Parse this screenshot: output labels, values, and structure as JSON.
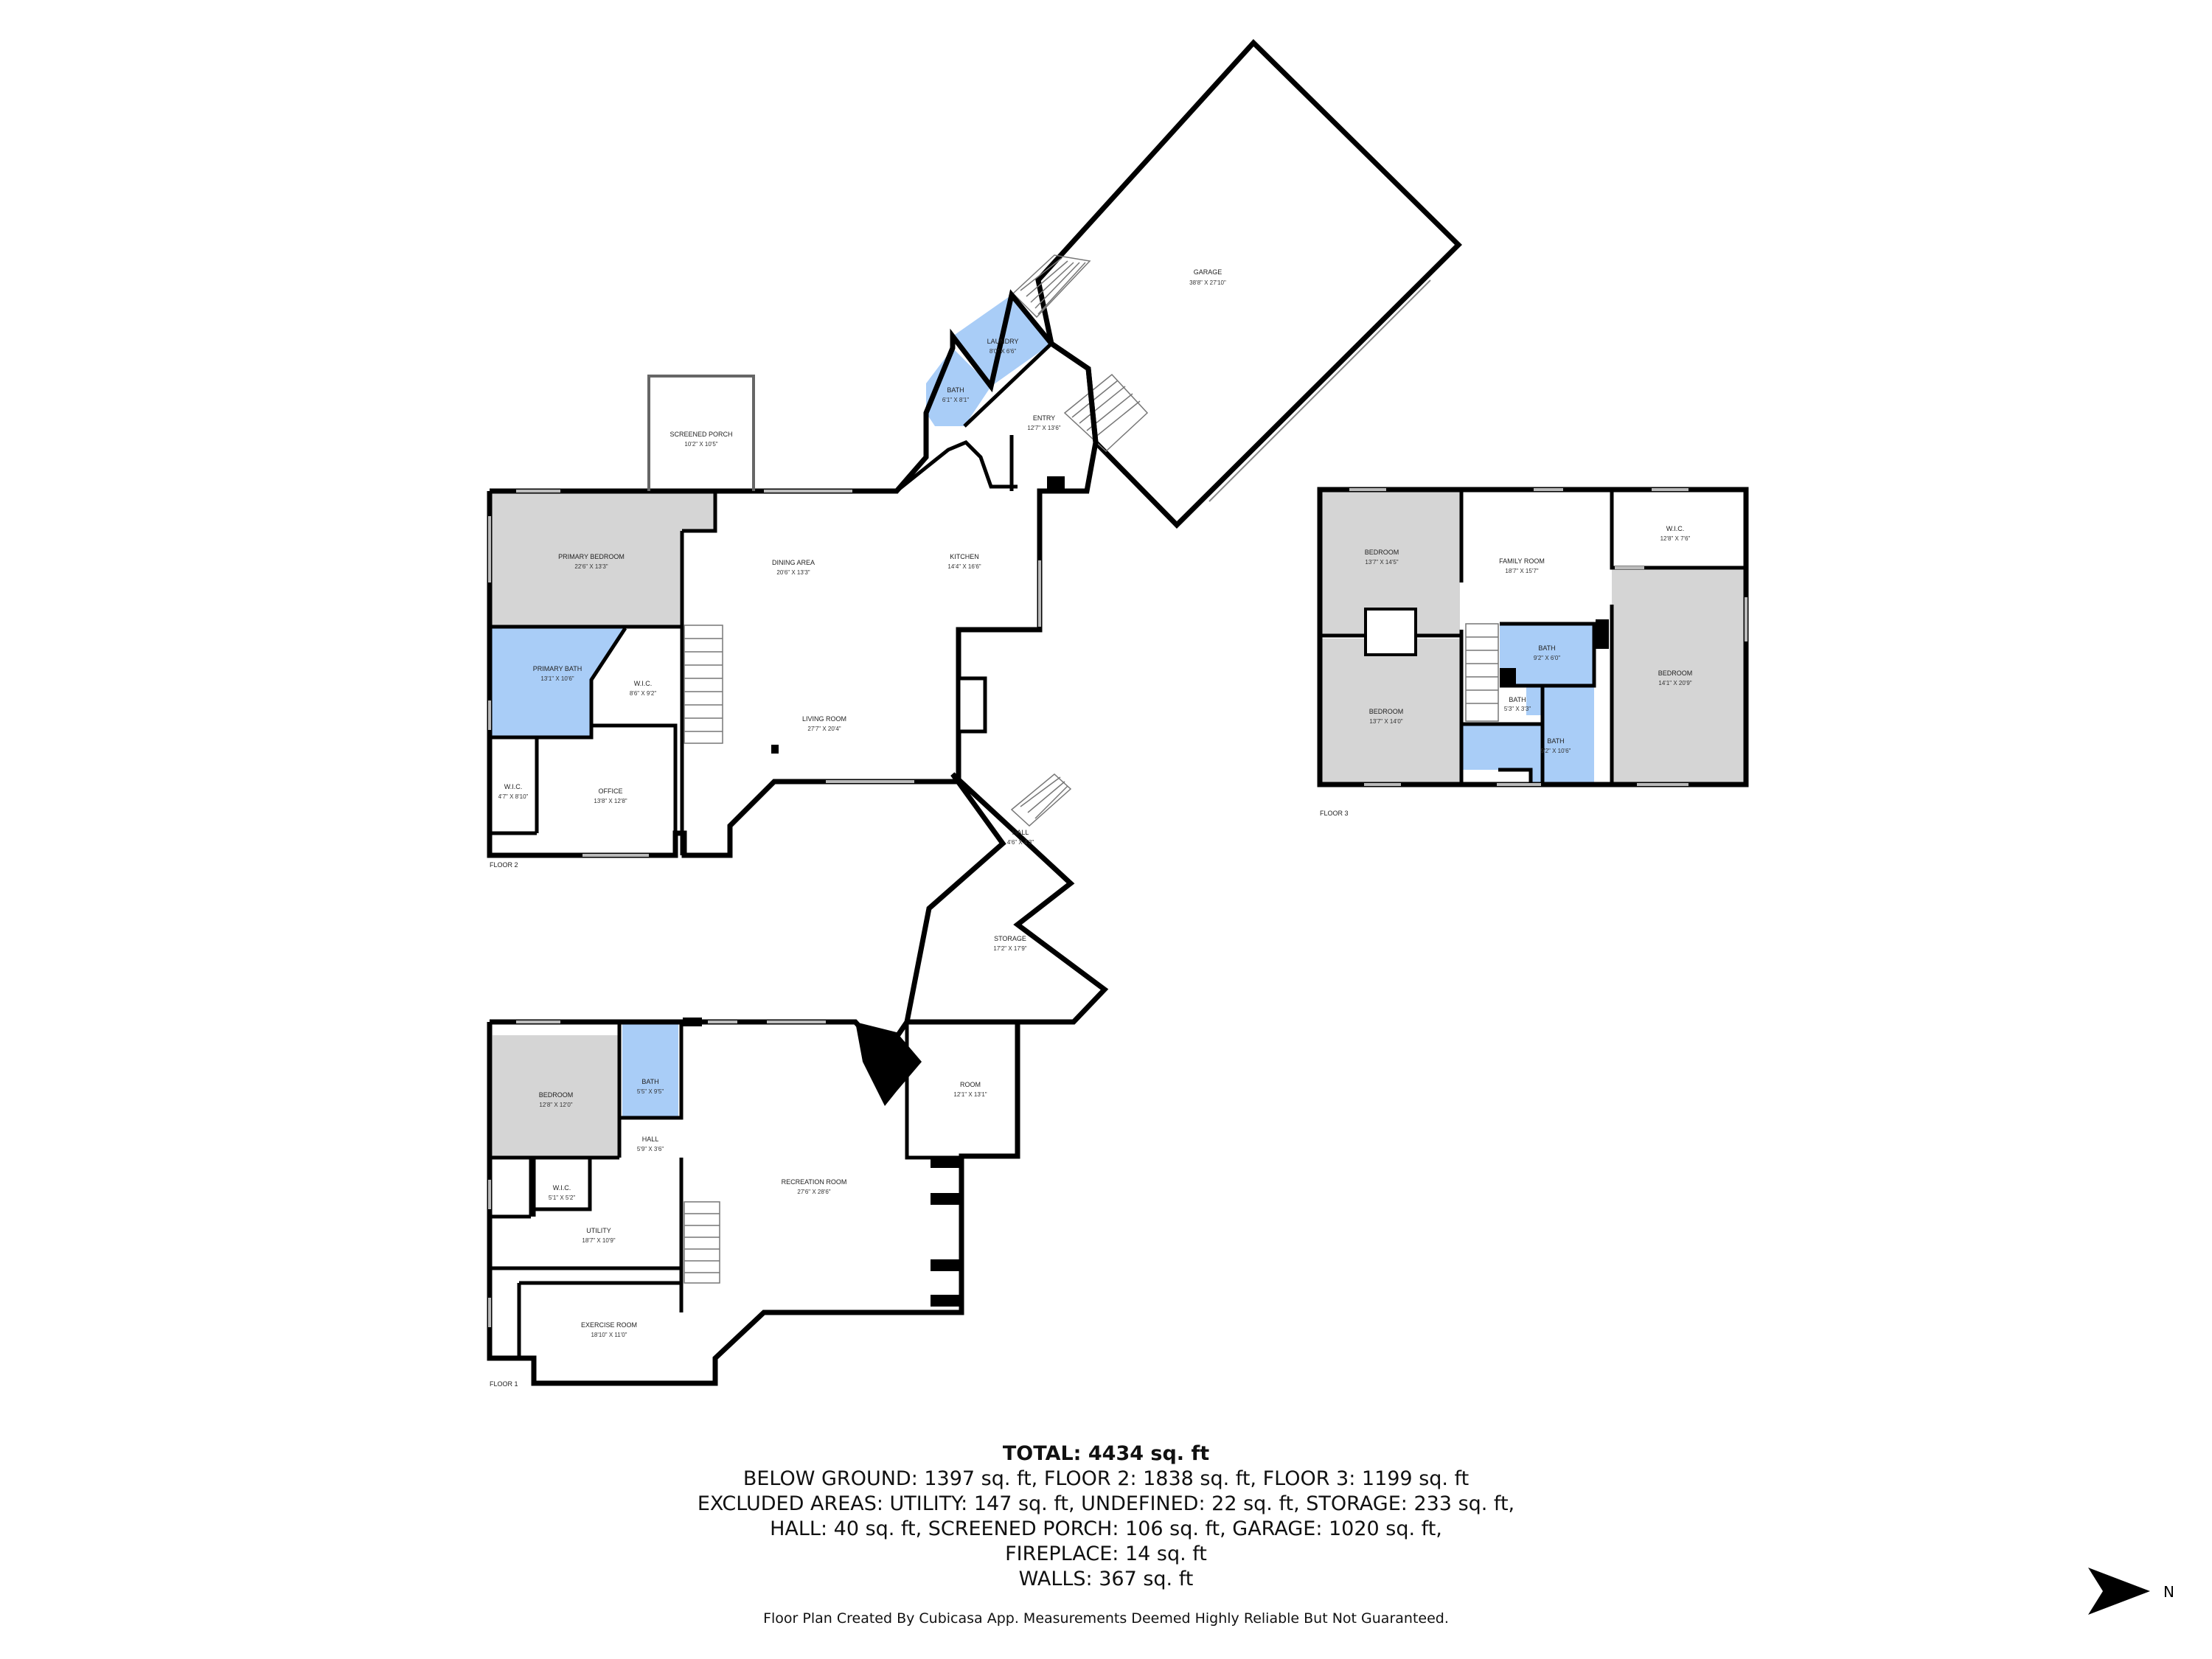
{
  "floors": {
    "floor1": "FLOOR 1",
    "floor2": "FLOOR 2",
    "floor3": "FLOOR 3"
  },
  "rooms": {
    "garage": {
      "name": "GARAGE",
      "dim": "38'8\" X 27'10\""
    },
    "laundry": {
      "name": "LAUNDRY",
      "dim": "8'0\" X 6'6\""
    },
    "bath_f2_small": {
      "name": "BATH",
      "dim": "6'1\" X 8'1\""
    },
    "entry": {
      "name": "ENTRY",
      "dim": "12'7\" X 13'6\""
    },
    "screened_porch": {
      "name": "SCREENED PORCH",
      "dim": "10'2\" X 10'5\""
    },
    "primary_bedroom": {
      "name": "PRIMARY BEDROOM",
      "dim": "22'6\" X 13'3\""
    },
    "dining_area": {
      "name": "DINING AREA",
      "dim": "20'6\" X 13'3\""
    },
    "kitchen": {
      "name": "KITCHEN",
      "dim": "14'4\" X 16'6\""
    },
    "primary_bath": {
      "name": "PRIMARY BATH",
      "dim": "13'1\" X 10'6\""
    },
    "wic_f2_a": {
      "name": "W.I.C.",
      "dim": "8'6\" X 9'2\""
    },
    "living_room": {
      "name": "LIVING ROOM",
      "dim": "27'7\" X 20'4\""
    },
    "wic_f2_b": {
      "name": "W.I.C.",
      "dim": "4'7\" X 8'10\""
    },
    "office": {
      "name": "OFFICE",
      "dim": "13'8\" X 12'8\""
    },
    "bedroom_f3_a": {
      "name": "BEDROOM",
      "dim": "13'7\" X 14'5\""
    },
    "family_room": {
      "name": "FAMILY ROOM",
      "dim": "18'7\" X 15'7\""
    },
    "wic_f3": {
      "name": "W.I.C.",
      "dim": "12'8\" X 7'6\""
    },
    "bath_f3_a": {
      "name": "BATH",
      "dim": "9'2\" X 6'0\""
    },
    "bedroom_f3_b": {
      "name": "BEDROOM",
      "dim": "13'7\" X 14'0\""
    },
    "bath_f3_b": {
      "name": "BATH",
      "dim": "5'3\" X 3'3\""
    },
    "bath_f3_c": {
      "name": "BATH",
      "dim": "9'2\" X 10'6\""
    },
    "bedroom_f3_c": {
      "name": "BEDROOM",
      "dim": "14'1\" X 20'9\""
    },
    "hall_f1_a": {
      "name": "HALL",
      "dim": "4'6\" X 4'3\""
    },
    "storage": {
      "name": "STORAGE",
      "dim": "17'2\" X 17'9\""
    },
    "bedroom_f1": {
      "name": "BEDROOM",
      "dim": "12'8\" X 12'0\""
    },
    "bath_f1": {
      "name": "BATH",
      "dim": "5'5\" X 9'5\""
    },
    "room_f1": {
      "name": "ROOM",
      "dim": "12'1\" X 13'1\""
    },
    "hall_f1_b": {
      "name": "HALL",
      "dim": "5'9\" X 3'6\""
    },
    "recreation_room": {
      "name": "RECREATION ROOM",
      "dim": "27'6\" X 28'6\""
    },
    "wic_f1": {
      "name": "W.I.C.",
      "dim": "5'1\" X 5'2\""
    },
    "utility": {
      "name": "UTILITY",
      "dim": "18'7\" X 10'9\""
    },
    "exercise_room": {
      "name": "EXERCISE ROOM",
      "dim": "18'10\" X 11'0\""
    }
  },
  "summary": {
    "total": "TOTAL: 4434 sq. ft",
    "line1": "BELOW GROUND: 1397 sq. ft, FLOOR 2: 1838 sq. ft, FLOOR 3: 1199 sq. ft",
    "line2": "EXCLUDED AREAS: UTILITY: 147 sq. ft, UNDEFINED: 22 sq. ft, STORAGE: 233 sq. ft,",
    "line3": "HALL: 40 sq. ft, SCREENED PORCH: 106 sq. ft, GARAGE: 1020 sq. ft,",
    "line4": "FIREPLACE: 14 sq. ft",
    "line5": "WALLS: 367 sq. ft"
  },
  "footer": "Floor Plan Created By Cubicasa App. Measurements Deemed Highly Reliable But Not Guaranteed.",
  "compass": {
    "label": "N",
    "icon": "north-arrow-icon"
  },
  "colors": {
    "bath_blue": "#a9cdf7",
    "bedroom_gray": "#d5d5d5",
    "wall": "#000000"
  }
}
